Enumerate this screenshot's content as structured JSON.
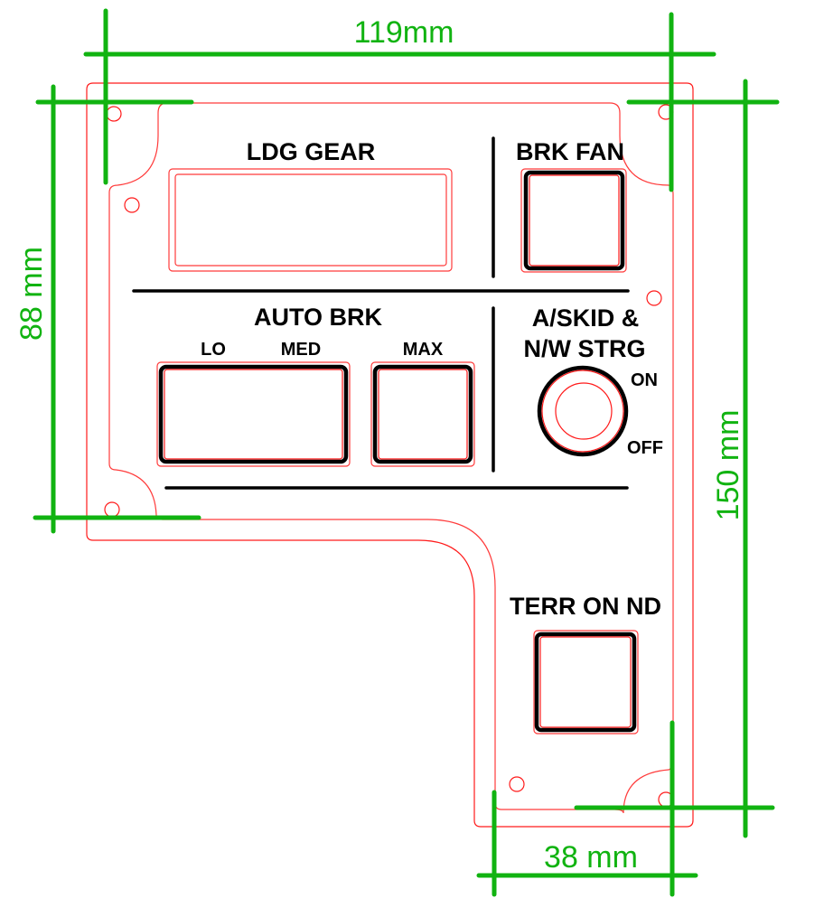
{
  "panel": {
    "sections": {
      "ldg_gear": {
        "label": "LDG GEAR"
      },
      "brk_fan": {
        "label": "BRK FAN"
      },
      "auto_brk": {
        "label": "AUTO BRK",
        "buttons": [
          {
            "label_left": "LO",
            "label_right": "MED"
          },
          {
            "label": "MAX"
          }
        ]
      },
      "askid": {
        "label_line1": "A/SKID &",
        "label_line2": "N/W STRG",
        "positions": {
          "on": "ON",
          "off": "OFF"
        }
      },
      "terr_on_nd": {
        "label": "TERR ON ND"
      }
    }
  },
  "dimensions": {
    "width_top": "119mm",
    "height_left": "88 mm",
    "height_right": "150 mm",
    "width_bottom": "38 mm"
  },
  "colors": {
    "outline": "#ff1a1a",
    "dimension": "#11b311",
    "label": "#000000"
  }
}
